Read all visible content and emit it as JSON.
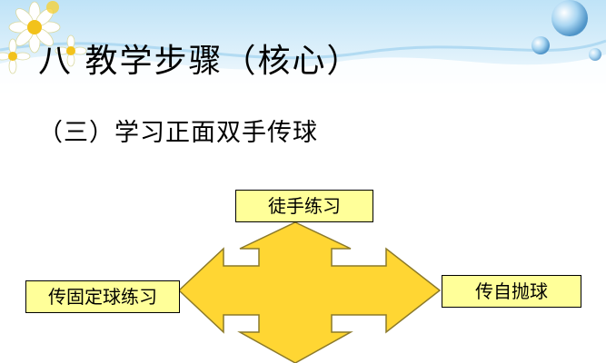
{
  "title": "八  教学步骤（核心）",
  "subtitle": "（三）学习正面双手传球",
  "diagram": {
    "top_box": "徒手练习",
    "left_box": "传固定球练习",
    "right_box": "传自抛球"
  },
  "colors": {
    "arrow_fill": "#ffd633",
    "arrow_stroke": "#8c7a2a",
    "box_fill": "#ffff99",
    "header_blue": "#bfe3f7"
  },
  "decor": {
    "left": "daisy-flowers-icon",
    "right": "bubbles-icon"
  }
}
